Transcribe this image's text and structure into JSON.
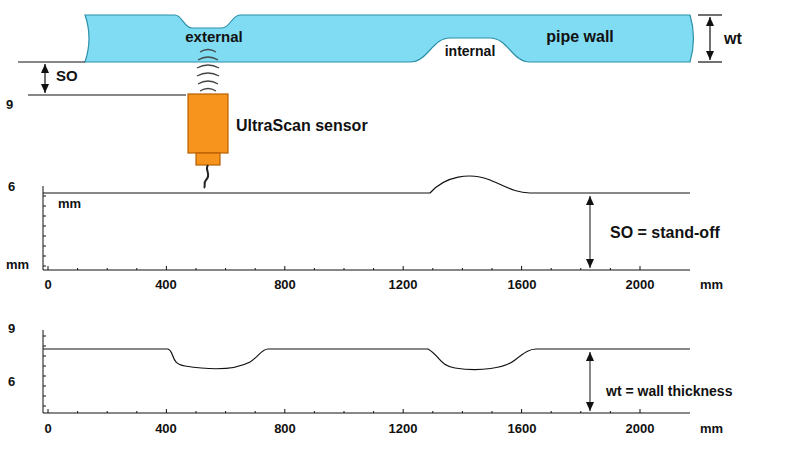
{
  "diagram": {
    "labels": [
      "external",
      "pipe wall",
      "internal",
      "wt",
      "SO",
      "9",
      "UltraScan sensor",
      "6",
      "mm",
      "mm",
      "0",
      "400",
      "800",
      "1200",
      "1600",
      "2000",
      "mm",
      "SO = stand-off",
      "9",
      "6",
      "0",
      "400",
      "800",
      "1200",
      "1600",
      "2000",
      "mm",
      "wt = wall thickness"
    ]
  }
}
